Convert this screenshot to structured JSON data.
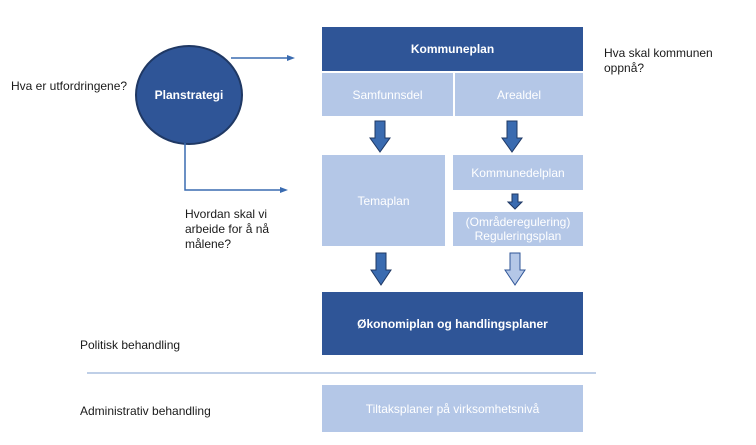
{
  "questions": {
    "challenges": "Hva er utfordringene?",
    "goals": "Hva skal kommunen oppnå?",
    "how": "Hvordan skal vi arbeide for å nå målene?"
  },
  "planstrategi": "Planstrategi",
  "kommuneplan": {
    "title": "Kommuneplan",
    "samfunnsdel": "Samfunnsdel",
    "arealdel": "Arealdel"
  },
  "temaplan": "Temaplan",
  "kommunedelplan": "Kommunedelplan",
  "reguleringsplan": {
    "line1": "(Områderegulering)",
    "line2": "Reguleringsplan"
  },
  "okonomiplan": "Økonomiplan og handlingsplaner",
  "tiltaksplaner": "Tiltaksplaner på virksomhetsnivå",
  "sections": {
    "politisk": "Politisk behandling",
    "administrativ": "Administrativ behandling"
  },
  "colors": {
    "dark": "#2f5597",
    "light": "#b4c7e7",
    "arrow_dark": "#3a6bb0",
    "arrow_light": "#b4c7e7"
  }
}
